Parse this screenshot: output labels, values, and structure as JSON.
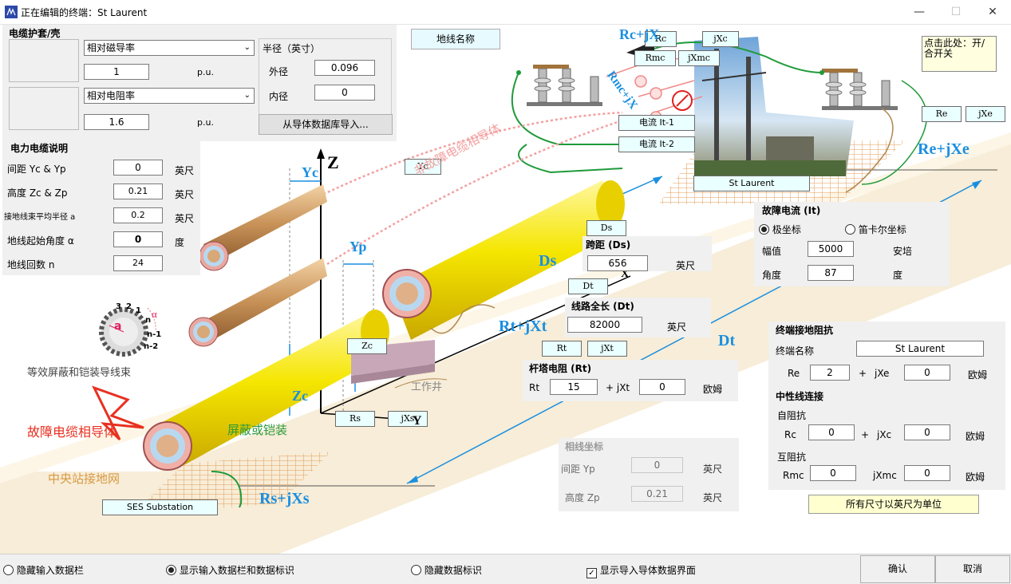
{
  "window": {
    "title": "正在编辑的终端：St Laurent",
    "minimize": "—",
    "maximize": "☐",
    "close": "✕"
  },
  "cable_sheath": {
    "title": "电缆护套/壳",
    "permeability_select": "相对磁导率",
    "permeability_value": "1",
    "permeability_unit": "p.u.",
    "resistivity_select": "相对电阻率",
    "resistivity_value": "1.6",
    "resistivity_unit": "p.u.",
    "radius_title": "半径（英寸）",
    "outer_label": "外径",
    "outer_value": "0.096",
    "inner_label": "内径",
    "inner_value": "0",
    "import_button": "从导体数据库导入..."
  },
  "cable_desc": {
    "title": "电力电缆说明",
    "spacing_label": "间距 Yc & Yp",
    "spacing_value": "0",
    "spacing_unit": "英尺",
    "height_label": "高度 Zc & Zp",
    "height_value": "0.21",
    "height_unit": "英尺",
    "radius_label": "接地线束平均半径 a",
    "radius_value": "0.2",
    "radius_unit": "英尺",
    "angle_label": "地线起始角度 α",
    "angle_value": "0",
    "angle_unit": "度",
    "turns_label": "地线回数 n",
    "turns_value": "24"
  },
  "ground_wire_name_button": "地线名称",
  "toggle_note": "点击此处：开/合开关",
  "span": {
    "title": "跨距 (Ds)",
    "value": "656",
    "unit": "英尺",
    "tag": "Ds"
  },
  "total_length": {
    "title": "线路全长 (Dt)",
    "value": "82000",
    "unit": "英尺",
    "tag": "Dt"
  },
  "tower_res": {
    "title": "杆塔电阻 (Rt)",
    "rt_label": "Rt",
    "rt_value": "15",
    "jxt_label": "+ jXt",
    "jxt_value": "0",
    "unit": "欧姆"
  },
  "fault_current": {
    "title": "故障电流 (It)",
    "polar": "极坐标",
    "cartesian": "笛卡尔坐标",
    "mag_label": "幅值",
    "mag_value": "5000",
    "mag_unit": "安培",
    "angle_label": "角度",
    "angle_value": "87",
    "angle_unit": "度"
  },
  "terminal_ground": {
    "title": "终端接地阻抗",
    "name_label": "终端名称",
    "name_value": "St Laurent",
    "re_label": "Re",
    "re_value": "2",
    "plus": "+",
    "jxe_label": "jXe",
    "jxe_value": "0",
    "unit": "欧姆"
  },
  "neutral": {
    "title": "中性线连接",
    "self_label": "自阻抗",
    "rc_label": "Rc",
    "rc_value": "0",
    "plus": "+",
    "jxc_label": "jXc",
    "jxc_value": "0",
    "unit": "欧姆",
    "mutual_label": "互阻抗",
    "rmc_label": "Rmc",
    "rmc_value": "0",
    "jxmc_label": "jXmc",
    "jxmc_value": "0",
    "unit2": "欧姆"
  },
  "phase_coords": {
    "title": "相线坐标",
    "yp_label": "间距 Yp",
    "yp_value": "0",
    "yp_unit": "英尺",
    "zp_label": "高度 Zp",
    "zp_value": "0.21",
    "zp_unit": "英尺"
  },
  "units_note": "所有尺寸以英尺为单位",
  "diagram": {
    "tags": {
      "rc": "Rc",
      "jxc": "jXc",
      "rmc": "Rmc",
      "jxmc": "jXmc",
      "it1": "电流 It-1",
      "it2": "电流 It-2",
      "yc": "Yc",
      "ds": "Ds",
      "dt": "Dt",
      "rt": "Rt",
      "jxt": "jXt",
      "zc": "Zc",
      "rs": "Rs",
      "jxs": "jXs",
      "re": "Re",
      "jxe": "jXe",
      "st_laurent": "St Laurent",
      "ses": "SES Substation"
    },
    "labels": {
      "rcjx": "Rc+jX",
      "rmcjx": "Rmc+jX",
      "rejxe": "Re+jXe",
      "rtjxt": "Rt+jXt",
      "rsjxs": "Rs+jXs",
      "ds": "Ds",
      "dt": "Dt",
      "yc": "Yc",
      "yp": "Yp",
      "zc": "Zc",
      "z": "Z",
      "x": "X",
      "y": "Y",
      "alpha": "α",
      "a": "a",
      "shield_bundle": "等效屏蔽和铠装导线束",
      "fault_phase": "故障电缆相导体",
      "shield_armor": "屏蔽或铠装",
      "central_grid": "中央站接地网",
      "workwell": "工作井",
      "nonfault": "非故障电缆相导体",
      "ring_n": "n",
      "ring_n1": "n-1",
      "ring_n2": "n-2",
      "ring_1": "1",
      "ring_2": "2",
      "ring_3": "3"
    }
  },
  "bottom": {
    "hide_input": "隐藏输入数据栏",
    "show_input": "显示输入数据栏和数据标识",
    "hide_labels": "隐藏数据标识",
    "show_import": "显示导入导体数据界面",
    "ok": "确认",
    "cancel": "取消"
  },
  "colors": {
    "accent_blue": "#1a8fe0",
    "cable_yellow": "#f5e600",
    "fault_red": "#e83020",
    "grid_orange": "#e8a050"
  }
}
